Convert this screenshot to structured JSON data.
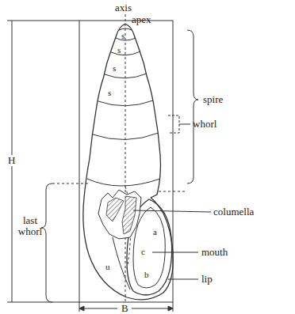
{
  "diagram": {
    "labels": [
      "axis",
      "apex",
      "s",
      "s",
      "s",
      "s",
      "whorl",
      "spire",
      "H",
      "columella",
      "a",
      "mouth",
      "c",
      "u",
      "b",
      "lip",
      "last whorl",
      "B"
    ]
  }
}
